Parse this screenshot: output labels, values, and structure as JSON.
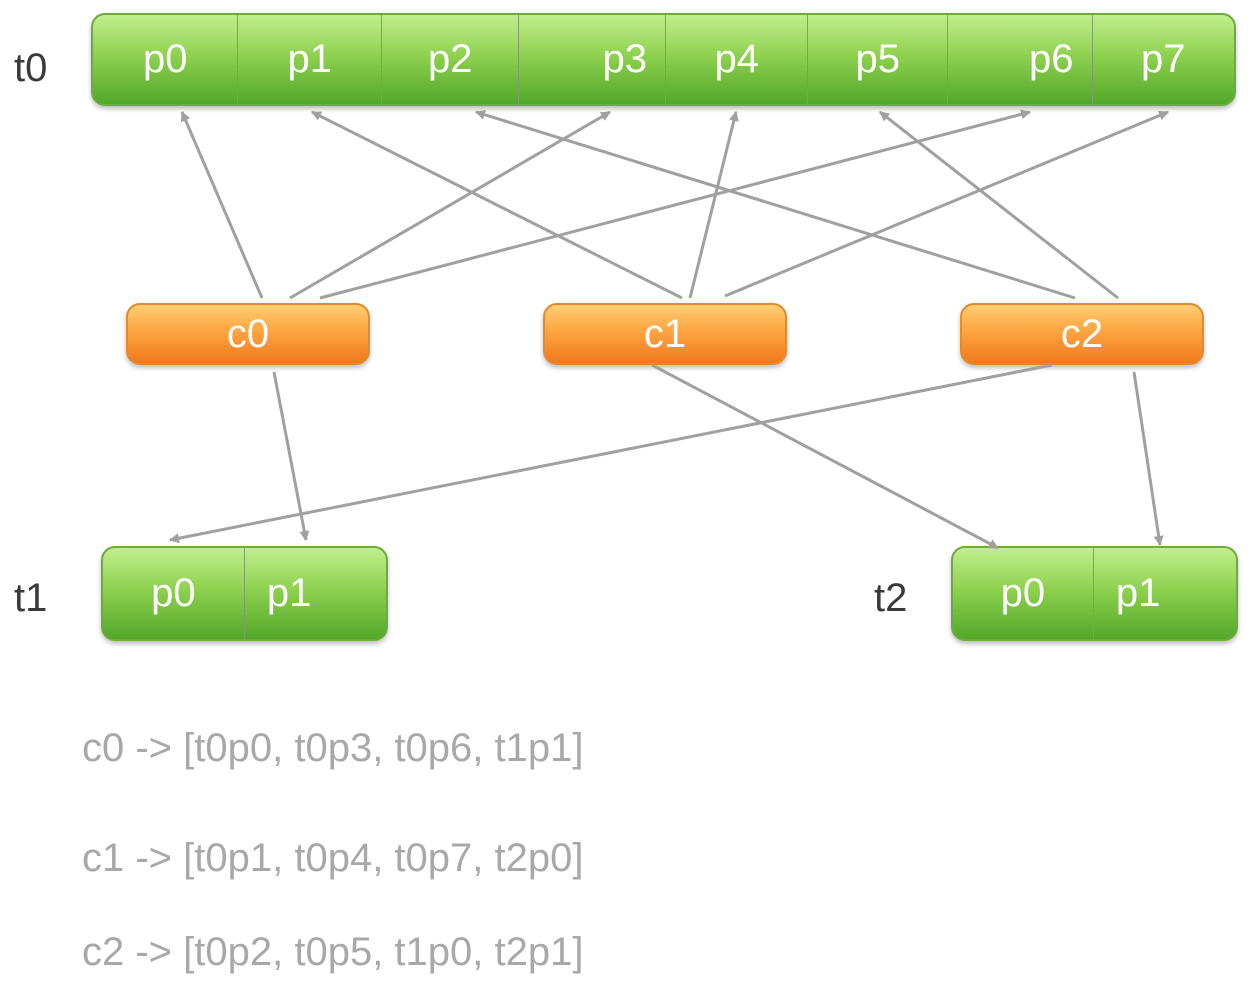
{
  "topics": {
    "t0": {
      "label": "t0",
      "partitions": [
        "p0",
        "p1",
        "p2",
        "p3",
        "p4",
        "p5",
        "p6",
        "p7"
      ]
    },
    "t1": {
      "label": "t1",
      "partitions": [
        "p0",
        "p1"
      ]
    },
    "t2": {
      "label": "t2",
      "partitions": [
        "p0",
        "p1"
      ]
    }
  },
  "consumers": [
    "c0",
    "c1",
    "c2"
  ],
  "assignments": [
    "c0 -> [t0p0, t0p3, t0p6, t1p1]",
    "c1 -> [t0p1, t0p4, t0p7, t2p0]",
    "c2 -> [t0p2, t0p5, t1p0, t2p1]"
  ],
  "colors": {
    "partition_green": "#7cc242",
    "consumer_orange": "#f7931e",
    "arrow_gray": "#a0a0a0",
    "assignment_text": "#a8a8a8"
  }
}
